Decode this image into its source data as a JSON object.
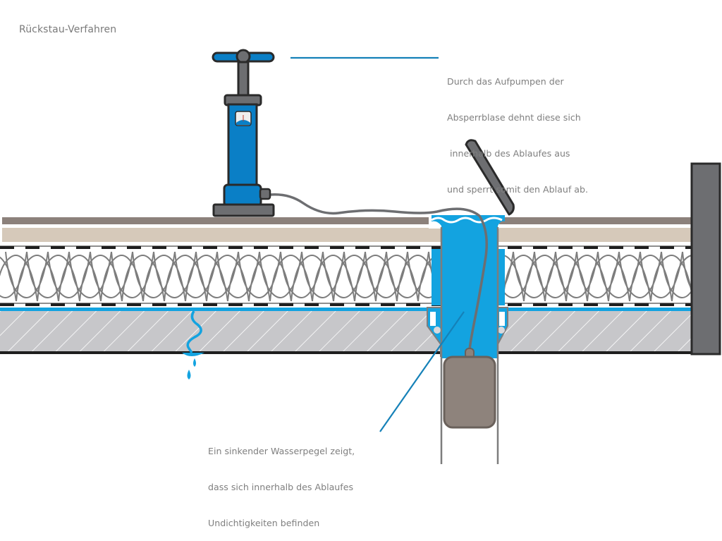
{
  "title": "Rückstau-Verfahren",
  "annotations": {
    "pump_note": {
      "lines": [
        "Durch das Aufpumpen der",
        "Absperrblase dehnt diese sich",
        " innerhalb des Ablaufes aus",
        "und sperrt somit den Ablauf ab."
      ]
    },
    "leak_note": {
      "lines": [
        "Ein sinkender Wasserpegel zeigt,",
        "dass sich innerhalb des Ablaufes",
        "Undichtigkeiten befinden"
      ]
    }
  },
  "components": {
    "pump": "hand-pump-with-gauge",
    "hose": "air-hose",
    "drain": "roof-drain-open-lid",
    "bladder": "shut-off-bladder",
    "wall": "parapet-wall",
    "layers": [
      "paving-surface",
      "screed",
      "separation-membrane",
      "thermal-insulation",
      "vapor-barrier-membrane",
      "concrete-slab"
    ],
    "leak": "water-leak-drips"
  },
  "colors": {
    "water": "#13a3e0",
    "pump_blue": "#0a7fc6",
    "callout_line": "#1581b8",
    "outline": "#2a2a2a",
    "paving": "#8c817b",
    "screed": "#d6c9ba",
    "concrete": "#c7c7ca",
    "bladder": "#8e837c",
    "wall": "#6d6e71",
    "text": "#7f7f7f"
  }
}
